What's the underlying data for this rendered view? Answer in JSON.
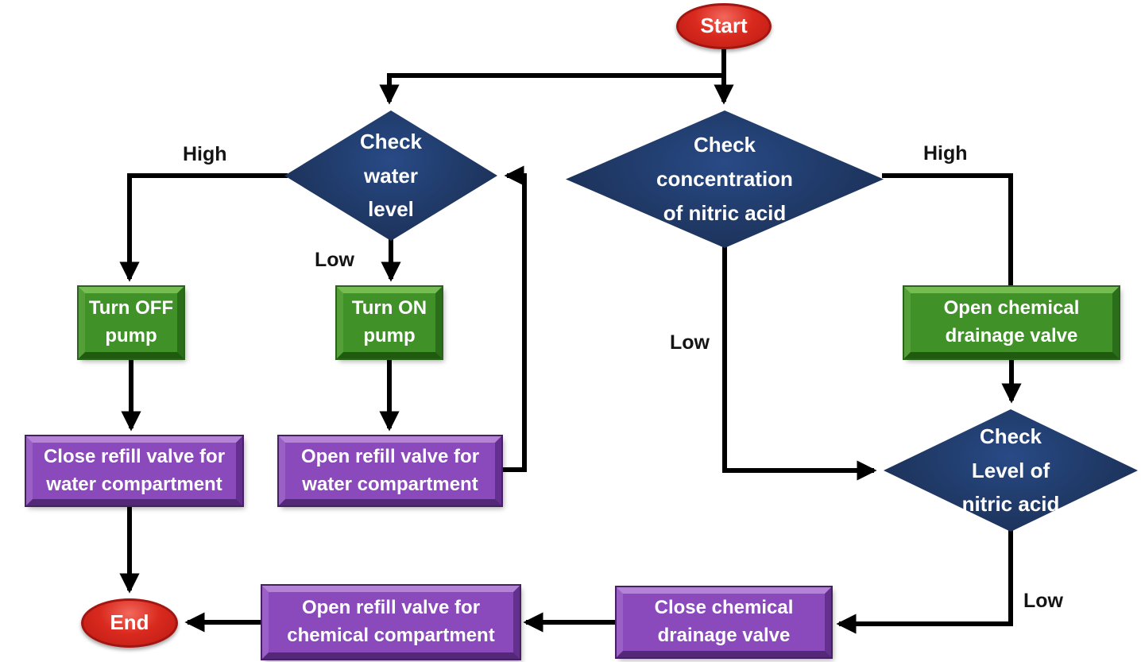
{
  "diagram": {
    "type": "flowchart",
    "nodes": {
      "start": {
        "label": "Start",
        "shape": "ellipse"
      },
      "d_water": {
        "label": "Check\nwater\nlevel",
        "shape": "diamond"
      },
      "d_conc": {
        "label": "Check\nconcentration\nof nitric acid",
        "shape": "diamond"
      },
      "turn_off": {
        "label": "Turn OFF\npump",
        "shape": "process"
      },
      "turn_on": {
        "label": "Turn ON\npump",
        "shape": "process"
      },
      "open_drain": {
        "label": "Open chemical\ndrainage valve",
        "shape": "process"
      },
      "close_refill_water": {
        "label": "Close refill valve for\nwater compartment",
        "shape": "process"
      },
      "open_refill_water": {
        "label": "Open refill valve for\nwater compartment",
        "shape": "process"
      },
      "d_level": {
        "label": "Check\nLevel of\nnitric acid",
        "shape": "diamond"
      },
      "close_drain": {
        "label": "Close chemical\ndrainage valve",
        "shape": "process"
      },
      "open_refill_chem": {
        "label": "Open refill valve for\nchemical compartment",
        "shape": "process"
      },
      "end": {
        "label": "End",
        "shape": "ellipse"
      }
    },
    "edge_labels": {
      "water_high": "High",
      "water_low": "Low",
      "conc_high": "High",
      "conc_low": "Low",
      "level_low": "Low"
    },
    "edges": [
      {
        "from": "start",
        "to": "d_water",
        "label": ""
      },
      {
        "from": "start",
        "to": "d_conc",
        "label": ""
      },
      {
        "from": "d_water",
        "to": "turn_off",
        "label": "High"
      },
      {
        "from": "d_water",
        "to": "turn_on",
        "label": "Low"
      },
      {
        "from": "turn_off",
        "to": "close_refill_water",
        "label": ""
      },
      {
        "from": "turn_on",
        "to": "open_refill_water",
        "label": ""
      },
      {
        "from": "open_refill_water",
        "to": "d_water",
        "label": ""
      },
      {
        "from": "close_refill_water",
        "to": "end",
        "label": ""
      },
      {
        "from": "d_conc",
        "to": "open_drain",
        "label": "High"
      },
      {
        "from": "d_conc",
        "to": "d_level",
        "label": "Low"
      },
      {
        "from": "open_drain",
        "to": "d_level",
        "label": ""
      },
      {
        "from": "d_level",
        "to": "close_drain",
        "label": "Low"
      },
      {
        "from": "close_drain",
        "to": "open_refill_chem",
        "label": ""
      },
      {
        "from": "open_refill_chem",
        "to": "end",
        "label": ""
      }
    ],
    "colors": {
      "terminator_red": "#d6281e",
      "decision_navy": "#1f3864",
      "process_green": "#3f9128",
      "process_purple": "#8a4abc",
      "arrow_black": "#000000"
    }
  }
}
